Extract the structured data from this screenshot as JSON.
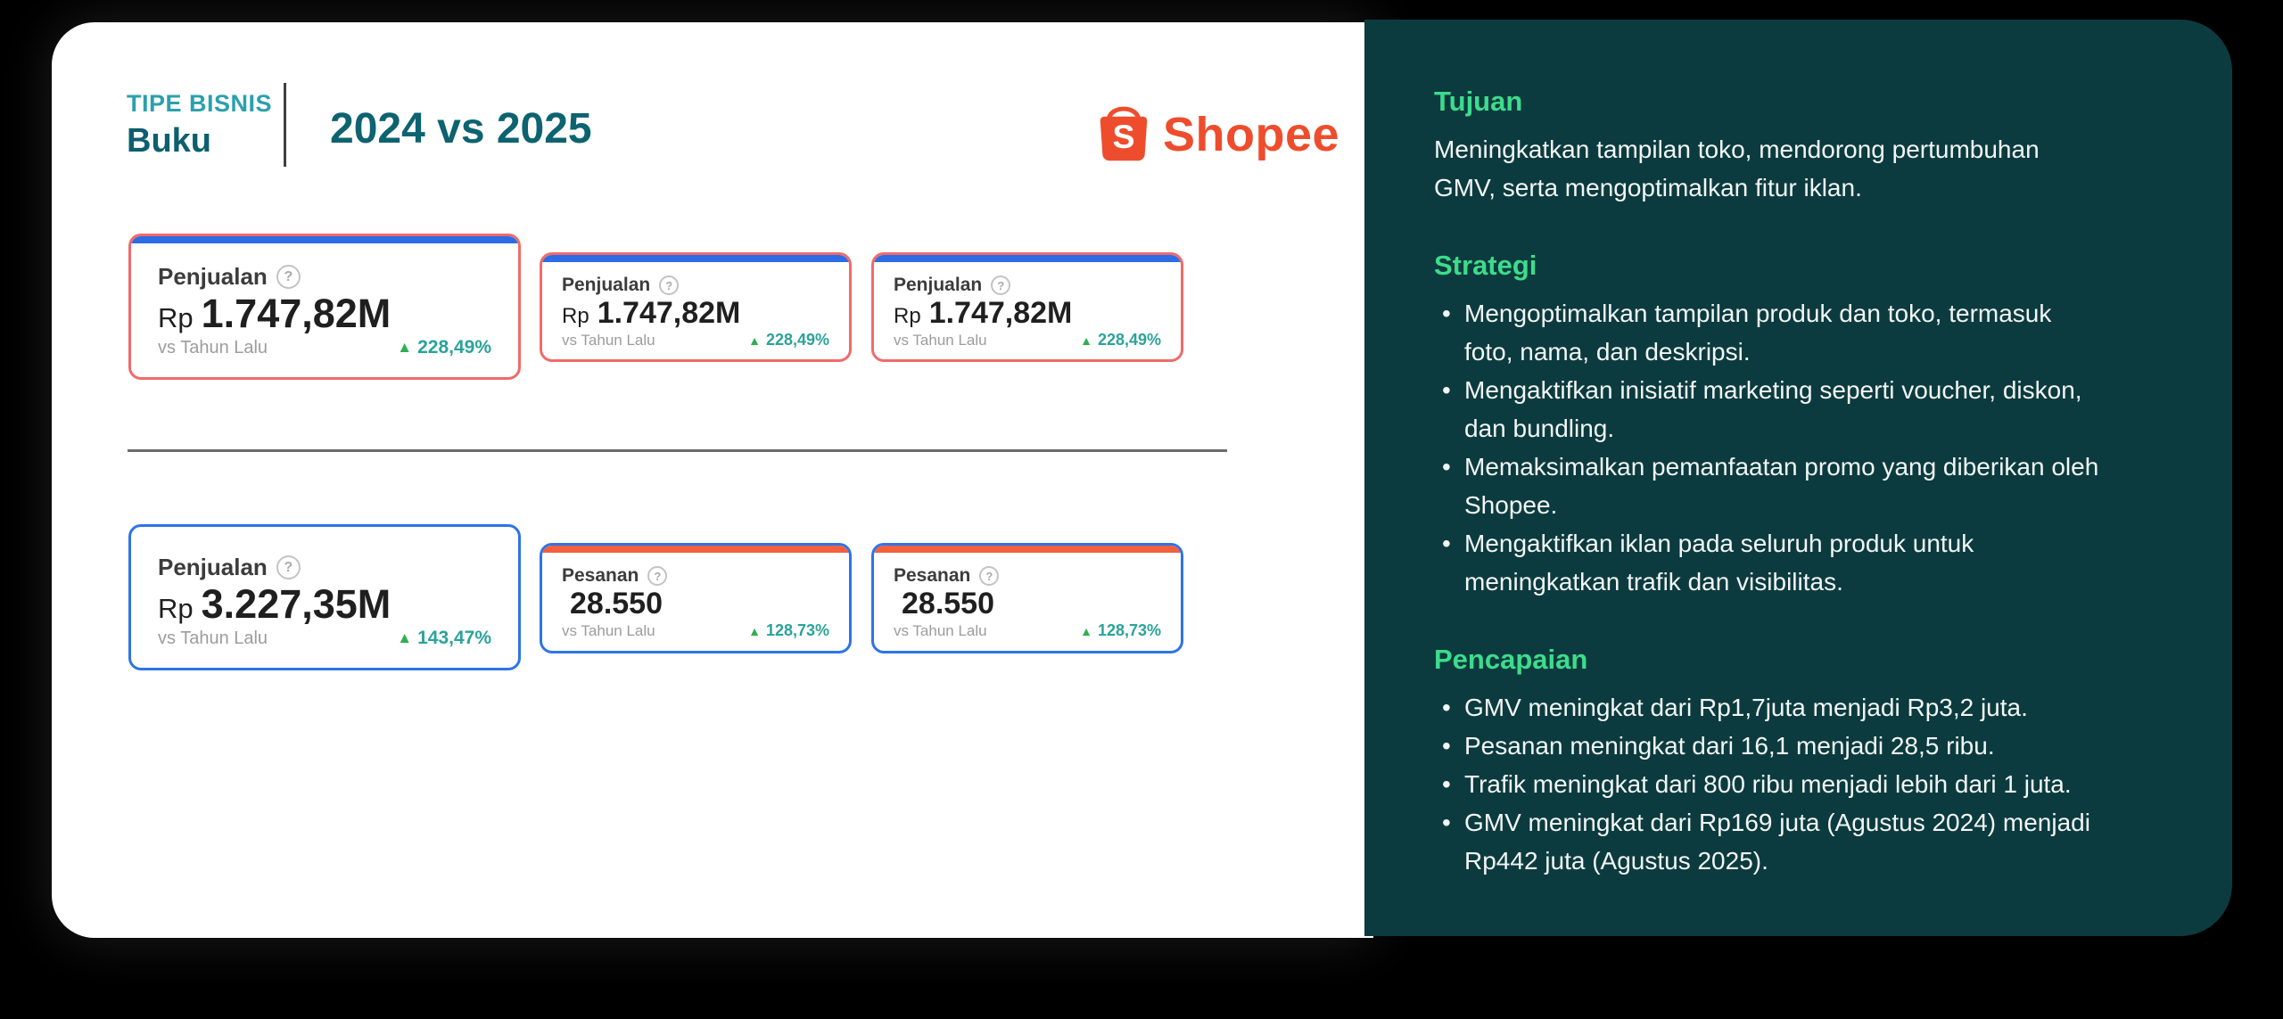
{
  "header": {
    "business_type_label": "TIPE BISNIS",
    "business_type_value": "Buku",
    "title": "2024 vs 2025",
    "brand": "Shopee"
  },
  "cards": {
    "compare_label": "vs Tahun Lalu",
    "row1": [
      {
        "title": "Penjualan",
        "currency": "Rp",
        "value": "1.747,82M",
        "delta": "228,49%"
      },
      {
        "title": "Penjualan",
        "currency": "Rp",
        "value": "1.747,82M",
        "delta": "228,49%"
      },
      {
        "title": "Penjualan",
        "currency": "Rp",
        "value": "1.747,82M",
        "delta": "228,49%"
      }
    ],
    "row2": [
      {
        "title": "Penjualan",
        "currency": "Rp",
        "value": "3.227,35M",
        "delta": "143,47%"
      },
      {
        "title": "Pesanan",
        "currency": "",
        "value": "28.550",
        "delta": "128,73%"
      },
      {
        "title": "Pesanan",
        "currency": "",
        "value": "28.550",
        "delta": "128,73%"
      }
    ]
  },
  "sidebar": {
    "sections": [
      {
        "heading": "Tujuan",
        "text": "Meningkatkan tampilan toko, mendorong pertumbuhan GMV, serta mengoptimalkan fitur iklan."
      },
      {
        "heading": "Strategi",
        "bullets": [
          "Mengoptimalkan tampilan produk dan toko, termasuk foto, nama, dan deskripsi.",
          "Mengaktifkan inisiatif marketing seperti voucher, diskon, dan bundling.",
          "Memaksimalkan pemanfaatan promo yang diberikan oleh Shopee.",
          "Mengaktifkan iklan pada seluruh produk untuk meningkatkan trafik dan visibilitas."
        ]
      },
      {
        "heading": "Pencapaian",
        "bullets": [
          "GMV meningkat dari Rp1,7juta menjadi Rp3,2 juta.",
          "Pesanan meningkat dari 16,1 menjadi 28,5 ribu.",
          "Trafik meningkat dari 800 ribu menjadi lebih dari 1 juta.",
          "GMV meningkat dari Rp169 juta (Agustus 2024) menjadi Rp442 juta (Agustus 2025)."
        ]
      }
    ]
  },
  "icons": {
    "help": "?",
    "delta_up": "▲"
  },
  "colors": {
    "accent_teal_dark": "#0d6370",
    "accent_teal_light": "#2ba0ad",
    "shopee_orange": "#ee4d2d",
    "card_border_red": "#f26a6a",
    "card_border_blue": "#2e74e8",
    "card_accent_blue": "#2c6ce5",
    "card_accent_orange": "#f2603d",
    "delta_green": "#2fae52",
    "delta_teal": "#2aa39a",
    "panel_bg": "#0c3b3f",
    "heading_green": "#3ddc8b"
  }
}
